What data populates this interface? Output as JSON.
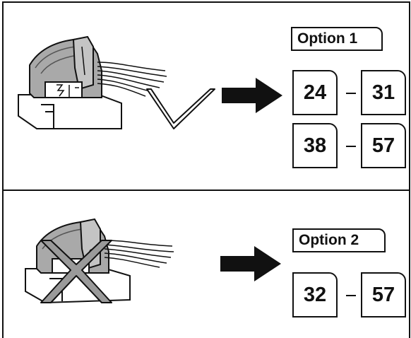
{
  "sections": [
    {
      "id": "correct",
      "mark": "check-mark",
      "option_label": "Option 1",
      "pin_groups": [
        {
          "from": "24",
          "to": "31"
        },
        {
          "from": "38",
          "to": "57"
        }
      ]
    },
    {
      "id": "incorrect",
      "mark": "x-mark",
      "option_label": "Option 2",
      "pin_groups": [
        {
          "from": "32",
          "to": "57"
        }
      ]
    }
  ],
  "colors": {
    "line": "#111111",
    "housing": "#a9a9a9",
    "housing_dark": "#7d7d7d",
    "arrow": "#111111"
  }
}
